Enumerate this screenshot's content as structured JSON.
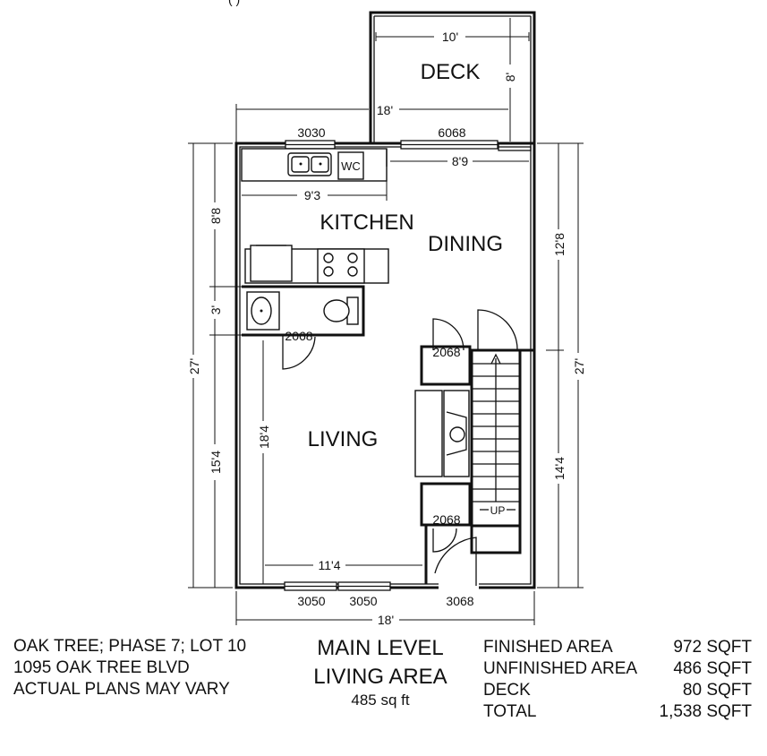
{
  "plan": {
    "rooms": {
      "deck": "DECK",
      "kitchen": "KITCHEN",
      "dining": "DINING",
      "living": "LIVING"
    },
    "dimensions": {
      "deck_width": "10'",
      "deck_depth": "8'",
      "overall_top": "18'",
      "kitchen_counter": "9'3",
      "dining_span": "8'9",
      "left_upper": "8'8",
      "left_mid": "3'",
      "left_lower": "15'4",
      "left_total": "27'",
      "living_depth": "18'4",
      "living_width": "11'4",
      "right_upper": "12'8",
      "right_lower": "14'4",
      "right_total": "27'",
      "overall_bottom": "18'"
    },
    "openings": {
      "window_top_left": "3030",
      "slider_top": "6068",
      "door_bath": "2068",
      "door_closet": "2068",
      "door_closet_hidden": "2068",
      "door_bottom_closet": "2068",
      "window_bottom_1": "3050",
      "window_bottom_2": "3050",
      "door_front": "3068"
    },
    "labels": {
      "wc": "WC",
      "stairs_up": "UP"
    }
  },
  "info": {
    "left": {
      "line1": "OAK TREE; PHASE 7; LOT 10",
      "line2": "1095 OAK TREE BLVD",
      "line3": "ACTUAL PLANS MAY VARY"
    },
    "center": {
      "title1": "MAIN LEVEL",
      "title2": "LIVING AREA",
      "area": "485 sq ft"
    },
    "areas": [
      {
        "label": "FINISHED AREA",
        "value": "972 SQFT"
      },
      {
        "label": "UNFINISHED AREA",
        "value": "486 SQFT"
      },
      {
        "label": "DECK",
        "value": "80 SQFT"
      },
      {
        "label": "TOTAL",
        "value": "1,538 SQFT"
      }
    ]
  }
}
